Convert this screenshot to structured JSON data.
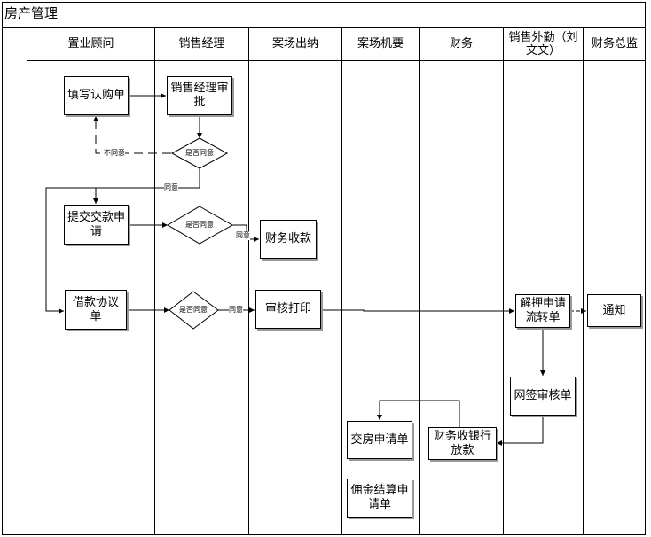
{
  "title": "房产管理",
  "lanes": [
    {
      "label": "置业顾问"
    },
    {
      "label": "销售经理"
    },
    {
      "label": "案场出纳"
    },
    {
      "label": "案场机要"
    },
    {
      "label": "财务"
    },
    {
      "label": "销售外勤（刘文文）"
    },
    {
      "label": "财务总监"
    }
  ],
  "nodes": {
    "subscribe_form": "填写认购单",
    "manager_approval": "销售经理审批",
    "submit_payment_request": "提交交款申请",
    "finance_receipt": "财务收款",
    "loan_agreement": "借款协议单",
    "review_print": "审核打印",
    "release_mortgage": "解押申请流转单",
    "notify": "通知",
    "online_sign_review": "网签审核单",
    "bank_loan_receipt": "财务收银行放款",
    "handover_request": "交房申请单",
    "commission_request": "佣金结算申请单"
  },
  "decisions": {
    "decision_1": "是否同意",
    "decision_2": "是否同意",
    "decision_3": "是否同意"
  },
  "edge_labels": {
    "disagree": "不同意",
    "agree_1": "同意",
    "agree_2": "同意",
    "agree_3": "同意"
  }
}
